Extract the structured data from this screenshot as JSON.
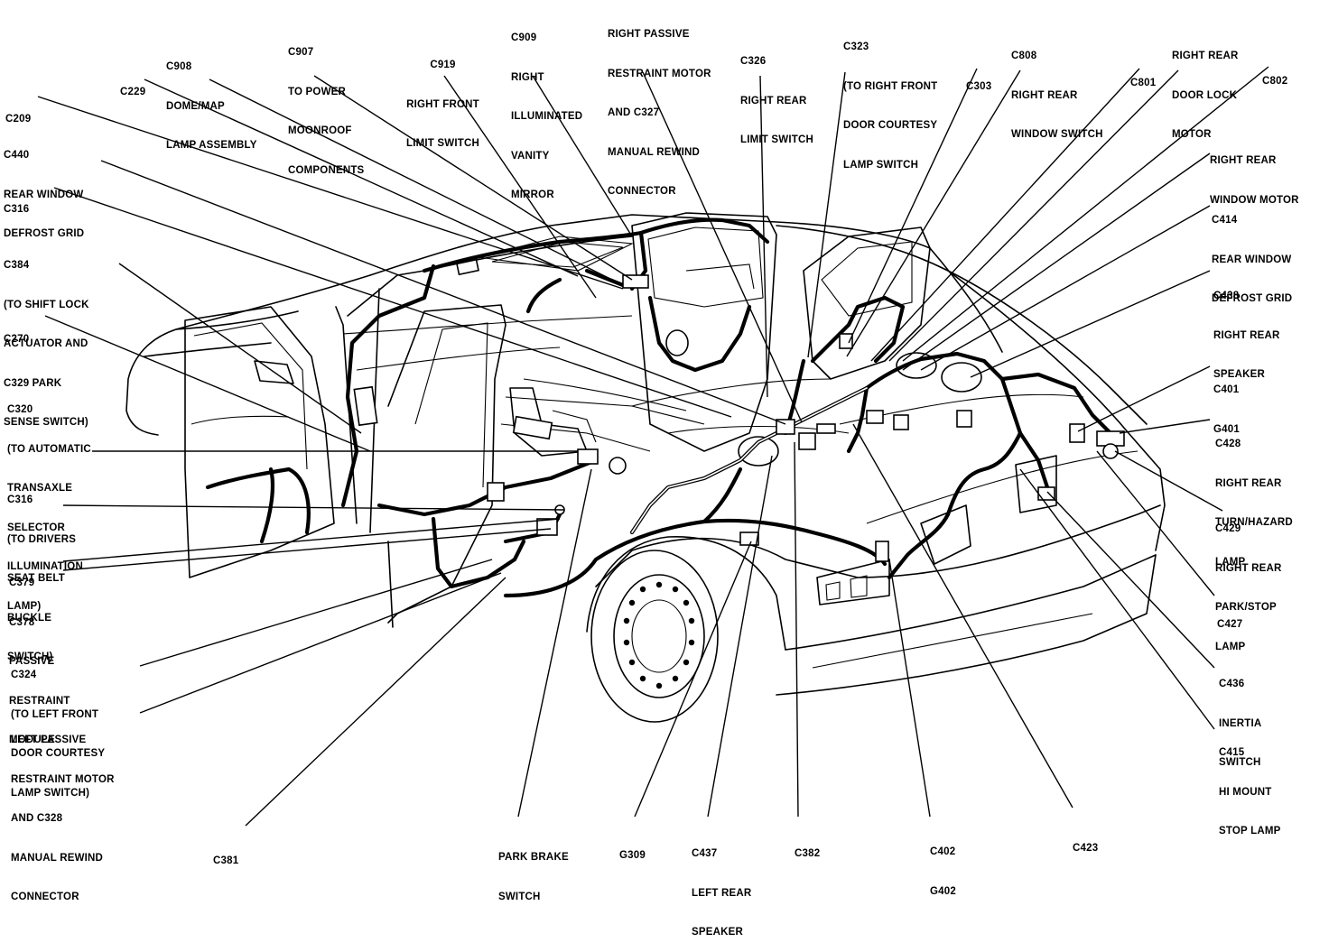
{
  "labels": [
    {
      "id": "c209",
      "lines": [
        "C209"
      ]
    },
    {
      "id": "c229",
      "lines": [
        "C229"
      ]
    },
    {
      "id": "c908",
      "lines": [
        "C908",
        "DOME/MAP",
        "LAMP ASSEMBLY"
      ]
    },
    {
      "id": "c907",
      "lines": [
        "C907",
        "TO POWER",
        "MOONROOF",
        "COMPONENTS"
      ]
    },
    {
      "id": "c919",
      "lines": [
        "C919",
        "RIGHT FRONT",
        "LIMIT SWITCH"
      ]
    },
    {
      "id": "c909",
      "lines": [
        "C909",
        "RIGHT",
        "ILLUMINATED",
        "VANITY",
        "MIRROR"
      ]
    },
    {
      "id": "rp-motor",
      "lines": [
        "RIGHT PASSIVE",
        "RESTRAINT MOTOR",
        "AND C327",
        "MANUAL REWIND",
        "CONNECTOR"
      ]
    },
    {
      "id": "c326",
      "lines": [
        "C326",
        "RIGHT REAR",
        "LIMIT SWITCH"
      ]
    },
    {
      "id": "c323",
      "lines": [
        "C323",
        "(TO RIGHT FRONT",
        "DOOR COURTESY",
        "LAMP SWITCH"
      ]
    },
    {
      "id": "c303",
      "lines": [
        "C303"
      ]
    },
    {
      "id": "c808",
      "lines": [
        "C808",
        "RIGHT REAR",
        "WINDOW SWITCH"
      ]
    },
    {
      "id": "c801",
      "lines": [
        "C801"
      ]
    },
    {
      "id": "rr-lock",
      "lines": [
        "RIGHT REAR",
        "DOOR LOCK",
        "MOTOR"
      ]
    },
    {
      "id": "c802",
      "lines": [
        "C802"
      ]
    },
    {
      "id": "c440",
      "lines": [
        "C440",
        "REAR WINDOW",
        "DEFROST GRID"
      ]
    },
    {
      "id": "c316",
      "lines": [
        "C316"
      ]
    },
    {
      "id": "c384",
      "lines": [
        "C384",
        "(TO SHIFT LOCK",
        "ACTUATOR AND",
        "C329 PARK",
        "SENSE SWITCH)"
      ]
    },
    {
      "id": "c270",
      "lines": [
        "C270"
      ]
    },
    {
      "id": "c320",
      "lines": [
        "C320",
        "(TO AUTOMATIC",
        "TRANSAXLE",
        "SELECTOR",
        "ILLUMINATION",
        "LAMP)"
      ]
    },
    {
      "id": "c316b",
      "lines": [
        "C316",
        "(TO DRIVERS",
        "SEAT BELT",
        "BUCKLE",
        "SWITCH)"
      ]
    },
    {
      "id": "c379",
      "lines": [
        "C379",
        "C378",
        "PASSIVE",
        "RESTRAINT",
        "MODULE"
      ]
    },
    {
      "id": "c324",
      "lines": [
        "C324",
        "(TO LEFT FRONT",
        "DOOR COURTESY",
        "LAMP SWITCH)"
      ]
    },
    {
      "id": "lp-motor",
      "lines": [
        "LEFT PASSIVE",
        "RESTRAINT MOTOR",
        "AND C328",
        "MANUAL REWIND",
        "CONNECTOR"
      ]
    },
    {
      "id": "c381",
      "lines": [
        "C381"
      ]
    },
    {
      "id": "parkbrake",
      "lines": [
        "PARK BRAKE",
        "SWITCH"
      ]
    },
    {
      "id": "g309",
      "lines": [
        "G309"
      ]
    },
    {
      "id": "c437",
      "lines": [
        "C437",
        "LEFT REAR",
        "SPEAKER"
      ]
    },
    {
      "id": "c382",
      "lines": [
        "C382"
      ]
    },
    {
      "id": "c402",
      "lines": [
        "C402",
        "G402"
      ]
    },
    {
      "id": "c423",
      "lines": [
        "C423"
      ]
    },
    {
      "id": "rr-wmotor",
      "lines": [
        "RIGHT REAR",
        "WINDOW MOTOR"
      ]
    },
    {
      "id": "c414",
      "lines": [
        "C414",
        "REAR WINDOW",
        "DEFROST GRID"
      ]
    },
    {
      "id": "c438",
      "lines": [
        "C438",
        "RIGHT REAR",
        "SPEAKER"
      ]
    },
    {
      "id": "c401",
      "lines": [
        "C401",
        "G401"
      ]
    },
    {
      "id": "c428",
      "lines": [
        "C428",
        "RIGHT REAR",
        "TURN/HAZARD",
        "LAMP"
      ]
    },
    {
      "id": "c429",
      "lines": [
        "C429",
        "RIGHT REAR",
        "PARK/STOP",
        "LAMP"
      ]
    },
    {
      "id": "c427",
      "lines": [
        "C427"
      ]
    },
    {
      "id": "c436",
      "lines": [
        "C436",
        "INERTIA",
        "SWITCH"
      ]
    },
    {
      "id": "c415",
      "lines": [
        "C415",
        "HI MOUNT",
        "STOP LAMP"
      ]
    }
  ]
}
